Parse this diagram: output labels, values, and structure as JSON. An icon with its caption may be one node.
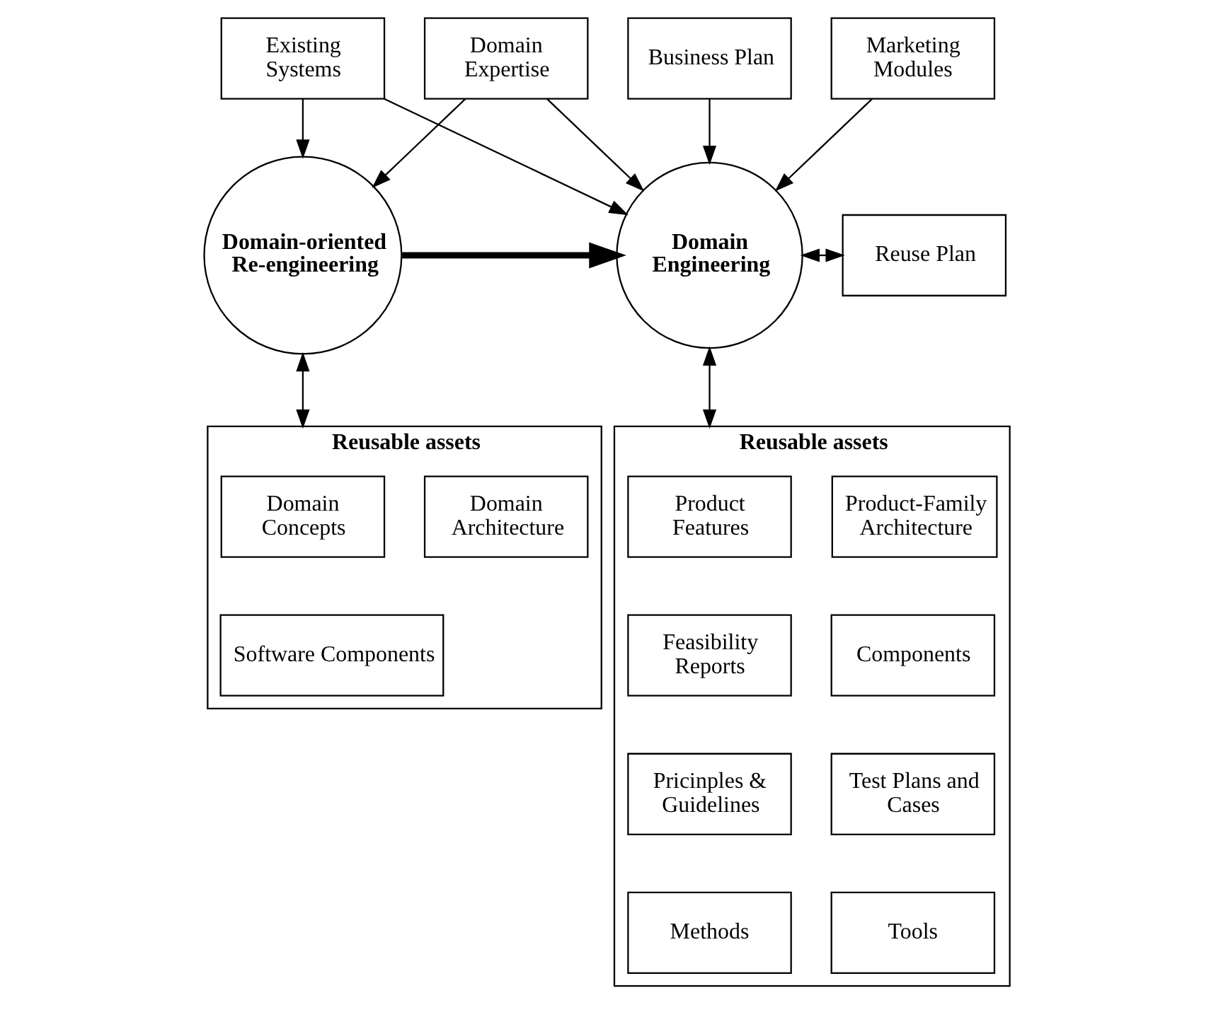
{
  "diagram": {
    "nodes": [
      {
        "text": [
          "Existing Systems"
        ]
      },
      {
        "text": [
          "Domain Expertise"
        ]
      },
      {
        "text": [
          "Business Plan"
        ]
      },
      {
        "text": [
          "Marketing Modules"
        ]
      },
      {
        "text": [
          "Domain-oriented Re-engineering"
        ]
      },
      {
        "text": [
          "Domain Engineering"
        ]
      },
      {
        "text": [
          "Reuse Plan"
        ]
      },
      {
        "text": [
          "Reusable assets"
        ]
      },
      {
        "text": [
          "Domain Concepts"
        ],
        "in": 7
      },
      {
        "text": [
          "Domain Architecture"
        ],
        "in": 7
      },
      {
        "text": [
          "Software Components"
        ],
        "in": 7
      },
      {
        "text": [
          "Reusable assets"
        ]
      },
      {
        "text": [
          "Product Features"
        ],
        "in": 11
      },
      {
        "text": [
          "Product-Family Architecture"
        ],
        "in": 11
      },
      {
        "text": [
          "Feasibility Reports"
        ],
        "in": 11
      },
      {
        "text": [
          "Components"
        ],
        "in": 11
      },
      {
        "text": [
          "Pricinples & Guidelines"
        ],
        "in": 11
      },
      {
        "text": [
          "Test Plans and Cases"
        ],
        "in": 11
      },
      {
        "text": [
          "Methods"
        ],
        "in": 11
      },
      {
        "text": [
          "Tools"
        ],
        "in": 11
      }
    ],
    "edges": [
      {
        "from": 0,
        "to": 4,
        "arrow": "to"
      },
      {
        "from": 1,
        "to": 4,
        "arrow": "to"
      },
      {
        "from": 0,
        "to": 5,
        "arrow": "to"
      },
      {
        "from": 1,
        "to": 5,
        "arrow": "to"
      },
      {
        "from": 2,
        "to": 5,
        "arrow": "to"
      },
      {
        "from": 3,
        "to": 5,
        "arrow": "to"
      },
      {
        "from": 4,
        "to": 5,
        "arrow": "to",
        "style": "thick"
      },
      {
        "from": 5,
        "to": 6,
        "arrow": "both"
      },
      {
        "from": 4,
        "to": 7,
        "arrow": "both"
      },
      {
        "from": 5,
        "to": 11,
        "arrow": "both"
      }
    ]
  }
}
